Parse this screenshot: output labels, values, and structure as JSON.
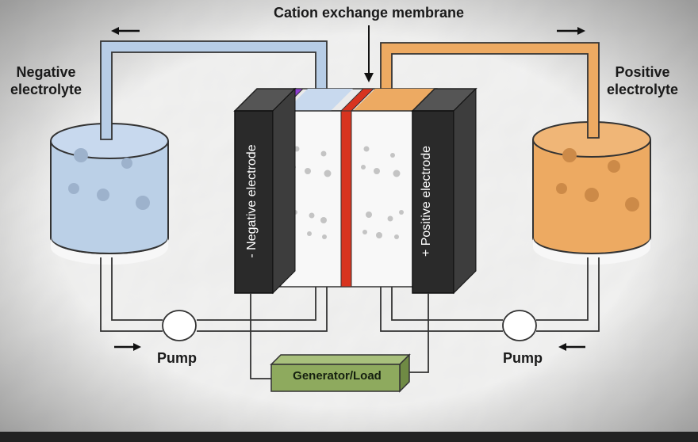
{
  "labels": {
    "membrane": "Cation exchange membrane",
    "negative_electrolyte": "Negative electrolyte",
    "positive_electrolyte": "Positive electrolyte",
    "negative_electrode": "- Negative electrode",
    "positive_electrode": "+ Positive electrode",
    "pump_left": "Pump",
    "pump_right": "Pump",
    "generator_load": "Generator/Load"
  },
  "colors": {
    "negative_electrolyte": "#b7cde6",
    "positive_electrolyte": "#edaa62",
    "electrode": "#2a2a2a",
    "membrane": "#d8341f",
    "separator": "#8e3dd1",
    "generator_box": "#8eaa5e"
  },
  "icons": {
    "arrow_top_left": "arrow-left-icon",
    "arrow_top_right": "arrow-right-icon",
    "arrow_bottom_left": "arrow-right-icon",
    "arrow_bottom_right": "arrow-left-icon",
    "membrane_pointer": "arrow-down-icon"
  }
}
